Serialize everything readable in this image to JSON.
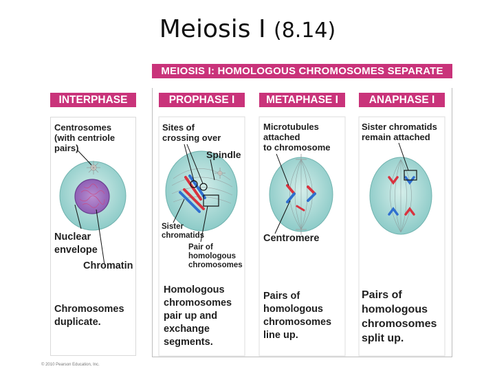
{
  "slide": {
    "title_main": "Meiosis I",
    "title_number": "(8.14)"
  },
  "band_label": "MEIOSIS I: HOMOLOGOUS CHROMOSOMES SEPARATE",
  "panels": {
    "interphase": {
      "header": "INTERPHASE",
      "label_centrosomes": "Centrosomes\n(with centriole\npairs)",
      "label_nuclear": "Nuclear\nenvelope",
      "label_chromatin": "Chromatin",
      "description": "Chromosomes\nduplicate."
    },
    "prophase": {
      "header": "PROPHASE I",
      "label_crossing": "Sites of\ncrossing over",
      "label_spindle": "Spindle",
      "label_sister": "Sister\nchromatids",
      "label_pair": "Pair of\nhomologous\nchromosomes",
      "description": "Homologous\nchromosomes\npair up and\nexchange\nsegments."
    },
    "metaphase": {
      "header": "METAPHASE I",
      "label_microtubules": "Microtubules\nattached\nto chromosome",
      "label_centromere": "Centromere",
      "description": "Pairs of\nhomologous\nchromosomes\nline up."
    },
    "anaphase": {
      "header": "ANAPHASE I",
      "label_sister": "Sister chromatids\nremain attached",
      "description": "Pairs of\nhomologous\nchromosomes\nsplit up."
    }
  },
  "copyright": "© 2010 Pearson Education, Inc.",
  "colors": {
    "accent": "#c9337a",
    "cell_fill": "#9fd4d2",
    "chromosome_red": "#d8333f",
    "chromosome_blue": "#2f6fcf"
  }
}
